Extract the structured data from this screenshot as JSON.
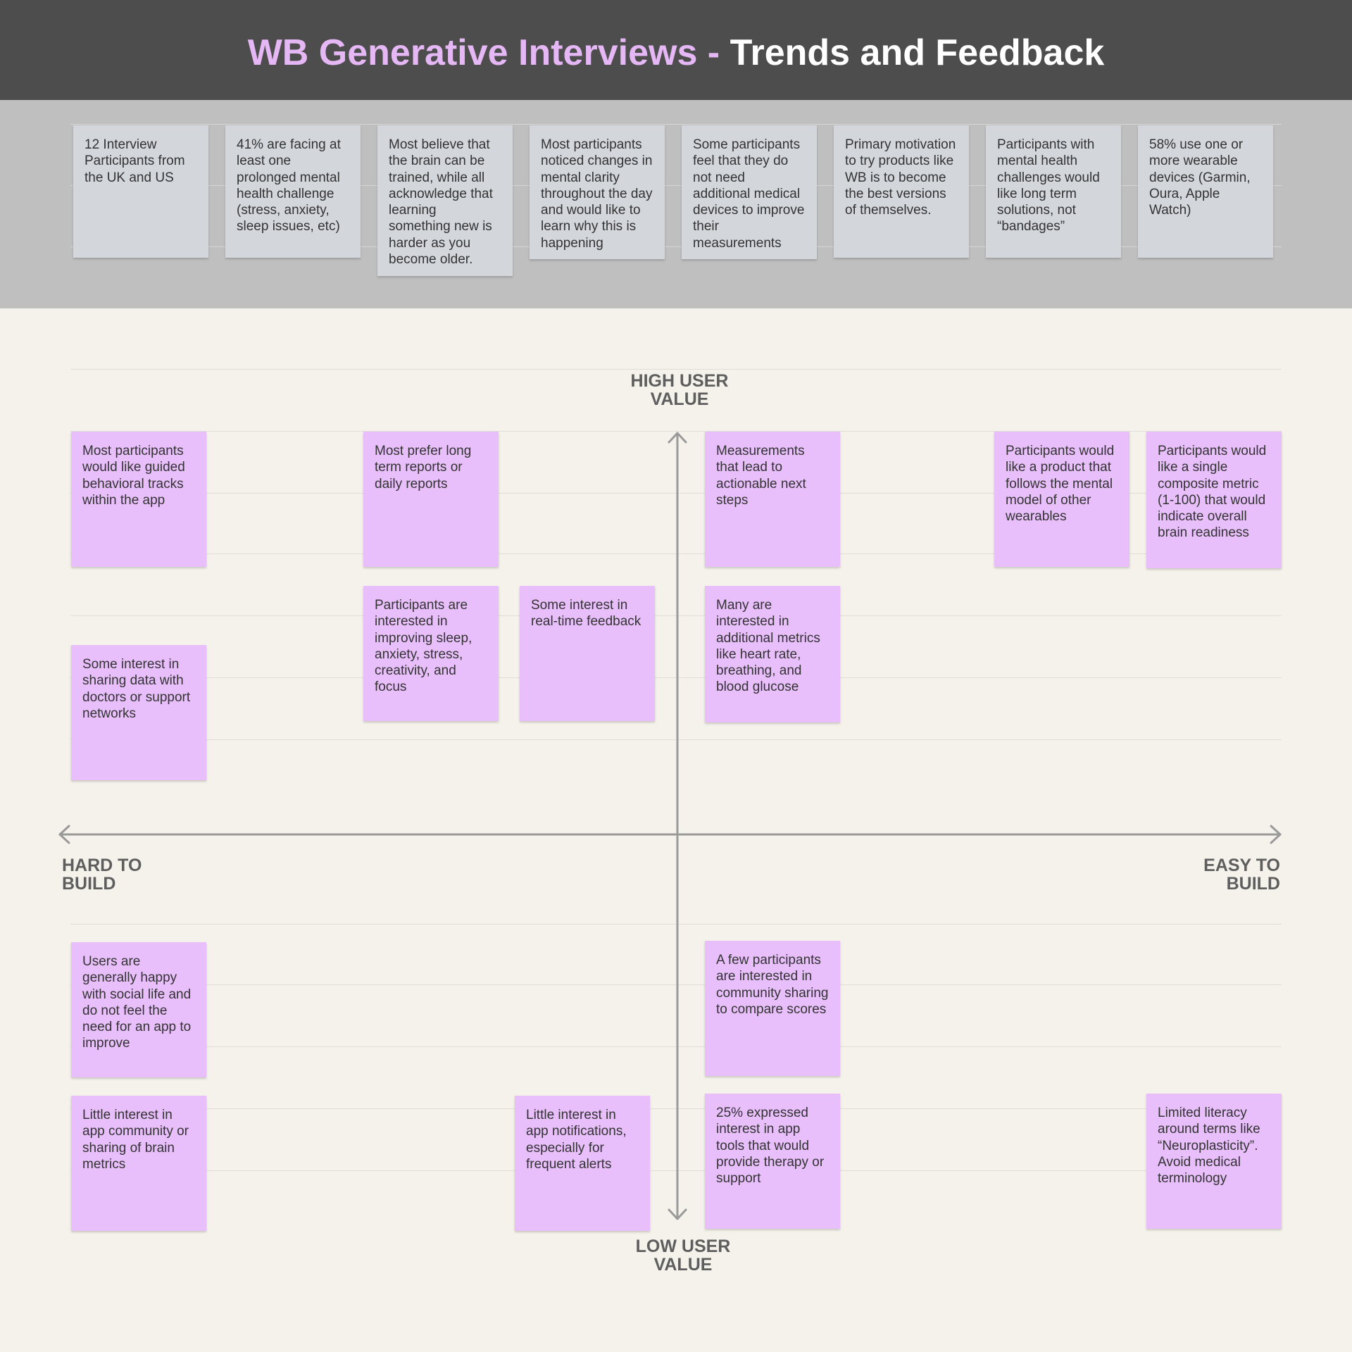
{
  "header": {
    "title_part1": "WB Generative Interviews - ",
    "title_part2": "Trends and Feedback",
    "title_color_accent": "#e5b8f5",
    "background_color": "#4d4d4d"
  },
  "trends": [
    {
      "text": "12 Interview Participants from the UK and US"
    },
    {
      "text": "41% are facing at least one prolonged mental health challenge (stress, anxiety, sleep issues, etc)"
    },
    {
      "text": "Most believe that the brain can be trained, while all acknowledge that learning something new is harder as you become older."
    },
    {
      "text": "Most participants noticed changes in mental clarity throughout the day and would like to learn why this is happening"
    },
    {
      "text": "Some participants feel that they do not need additional medical devices to improve their measurements"
    },
    {
      "text": "Primary motivation to try products like WB is to become the best versions of themselves."
    },
    {
      "text": "Participants with mental health challenges would like long term solutions, not “bandages”"
    },
    {
      "text": "58% use one or more wearable devices (Garmin, Oura, Apple Watch)"
    }
  ],
  "axes": {
    "top": "HIGH USER\nVALUE",
    "bottom": "LOW USER\nVALUE",
    "left": "HARD TO\nBUILD",
    "right": "EASY TO\nBUILD"
  },
  "feedback": [
    {
      "text": "Most participants would like guided behavioral tracks within the app"
    },
    {
      "text": "Most prefer long term reports or daily reports"
    },
    {
      "text": "Measurements that lead to actionable next steps"
    },
    {
      "text": "Participants would like a product that follows the mental model of other wearables"
    },
    {
      "text": "Participants would like a single composite metric (1-100) that would indicate overall brain readiness"
    },
    {
      "text": "Participants are interested in improving sleep, anxiety, stress, creativity, and focus"
    },
    {
      "text": "Some interest in real-time feedback"
    },
    {
      "text": "Many are interested in additional metrics like heart rate, breathing, and blood glucose"
    },
    {
      "text": "Some interest in sharing data with doctors or support networks"
    },
    {
      "text": "Users are generally happy with social life and do not feel the need for an app to improve"
    },
    {
      "text": "A few participants are interested in community sharing to compare scores"
    },
    {
      "text": "Little interest in app community or sharing of brain metrics"
    },
    {
      "text": "Little interest in app notifications, especially for frequent alerts"
    },
    {
      "text": "25% expressed interest in app tools that would provide therapy or support"
    },
    {
      "text": "Limited literacy around terms like “Neuroplasticity”. Avoid medical terminology"
    }
  ],
  "colors": {
    "trend_note": "#d3d6db",
    "feedback_note": "#e8bffb",
    "band": "#bfbfbf",
    "canvas": "#f5f2eb",
    "axis": "#9a9a9a"
  }
}
